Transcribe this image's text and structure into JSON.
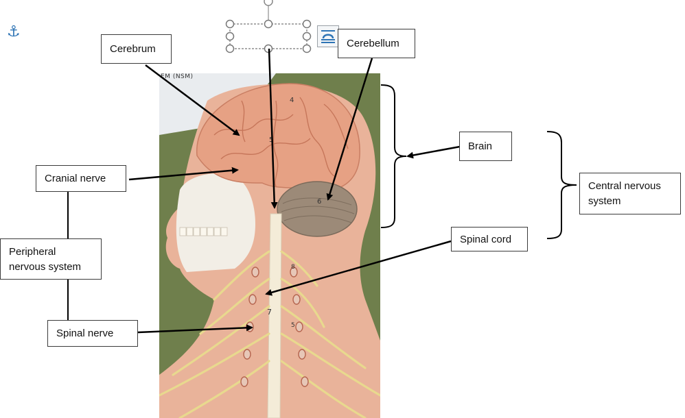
{
  "labels": {
    "cerebrum": "Cerebrum",
    "cerebellum": "Cerebellum",
    "brain": "Brain",
    "central_nervous_system": "Central nervous system",
    "cranial_nerve": "Cranial nerve",
    "peripheral_nervous_system": "Peripheral nervous system",
    "spinal_cord": "Spinal cord",
    "spinal_nerve": "Spinal nerve"
  },
  "photo": {
    "caption": "EM (NSM)",
    "region_numbers": [
      "4",
      "5",
      "6",
      "7",
      "8",
      "5"
    ]
  },
  "icons": {
    "anchor": "anchor-icon",
    "layout_options": "text-wrap-icon",
    "rotation_handle": "rotation-handle-icon"
  },
  "colors": {
    "background_wall": "#6f7f4c",
    "brain": "#e6a184",
    "cerebellum": "#9c8a78",
    "nerves": "#e8d98e",
    "skin": "#e9b39a",
    "spinal_cord": "#f4ecd8",
    "anchor": "#2e74b5",
    "label_border": "#3a3a3a"
  }
}
